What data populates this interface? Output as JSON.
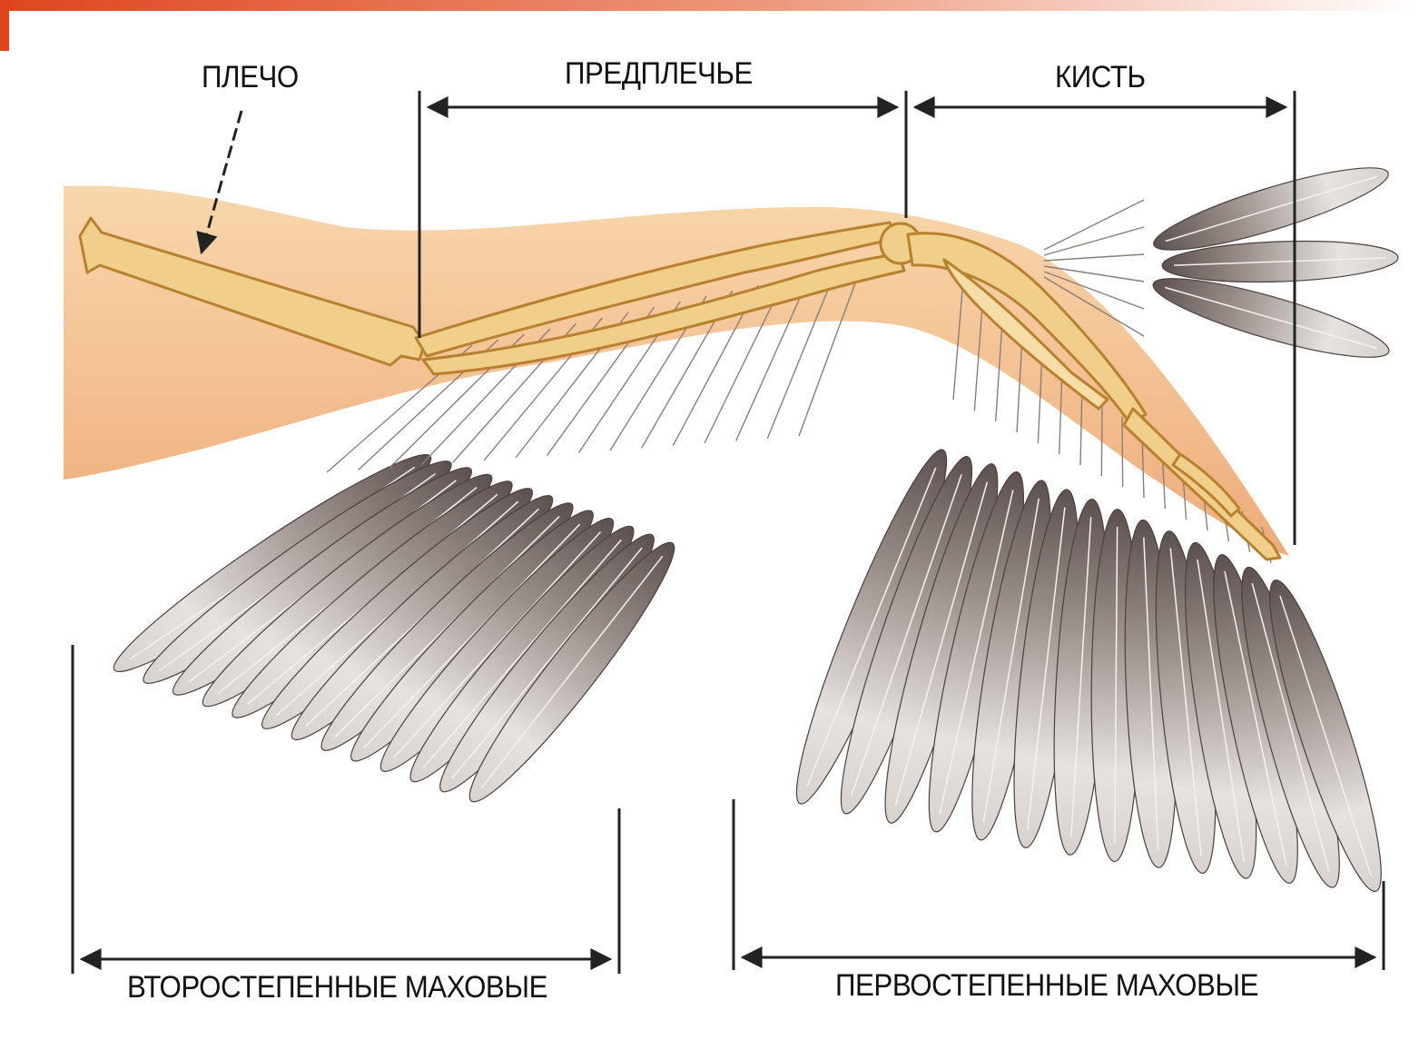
{
  "labels": {
    "shoulder": "ПЛЕЧО",
    "forearm": "ПРЕДПЛЕЧЬЕ",
    "hand": "КИСТЬ",
    "secondary": "ВТОРОСТЕПЕННЫЕ МАХОВЫЕ",
    "primary": "ПЕРВОСТЕПЕННЫЕ МАХОВЫЕ"
  },
  "colors": {
    "accent_bar": "#e0441f",
    "bone": "#f0cf8a",
    "bone_outline": "#b9802e",
    "flesh": "#f3b27a",
    "feather_light": "#e8e4e0",
    "feather_dark": "#6b5f5c",
    "dimension_line": "#222222"
  }
}
